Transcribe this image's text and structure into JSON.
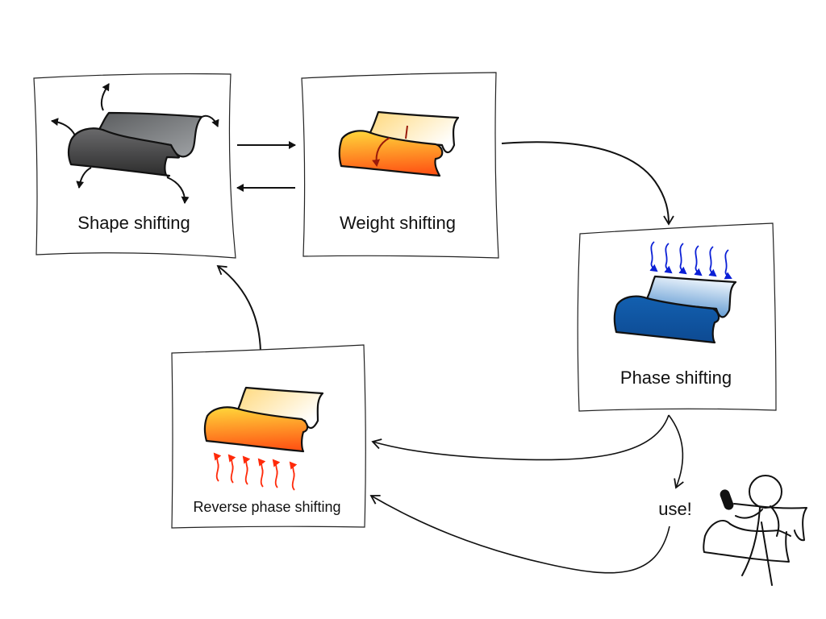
{
  "diagram": {
    "nodes": [
      {
        "id": "shape",
        "label": "Shape shifting",
        "theme": "gray",
        "arrows": "outward-black"
      },
      {
        "id": "weight",
        "label": "Weight shifting",
        "theme": "orange",
        "arrows": "internal-red"
      },
      {
        "id": "phase",
        "label": "Phase shifting",
        "theme": "blue",
        "arrows": "incoming-blue-wavy"
      },
      {
        "id": "reverse",
        "label": "Reverse phase shifting",
        "theme": "orange",
        "arrows": "outgoing-red-wavy"
      }
    ],
    "use_label": "use!",
    "edges": [
      {
        "from": "shape",
        "to": "weight"
      },
      {
        "from": "weight",
        "to": "shape"
      },
      {
        "from": "weight",
        "to": "phase"
      },
      {
        "from": "phase",
        "to": "reverse"
      },
      {
        "from": "phase",
        "to": "use"
      },
      {
        "from": "use",
        "to": "reverse"
      },
      {
        "from": "reverse",
        "to": "shape"
      }
    ],
    "colors": {
      "gray_dark": "#3a3a3a",
      "gray_light": "#8a8d90",
      "orange_dark": "#ff5a14",
      "orange_light": "#ffd23c",
      "cream": "#fffaf0",
      "blue_dark": "#0d4f9c",
      "blue_light": "#cfe3f7",
      "blue_arrow": "#0a1fd6",
      "red_arrow": "#ff2a0a",
      "weight_arrow": "#9a1a0a"
    },
    "icons": {
      "user": "person-with-sheet-icon",
      "sheet": "deformable-sheet-icon"
    }
  }
}
